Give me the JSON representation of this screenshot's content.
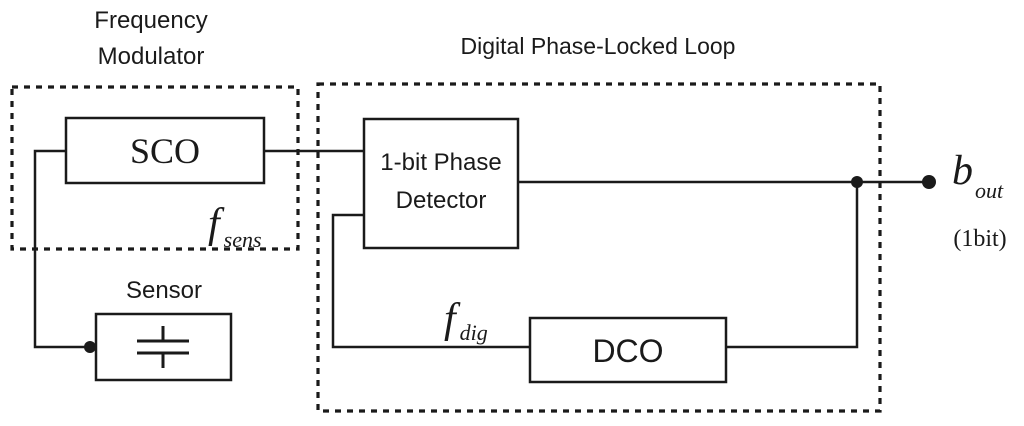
{
  "frequency_modulator": {
    "title_line1": "Frequency",
    "title_line2": "Modulator"
  },
  "dpll": {
    "title": "Digital Phase-Locked Loop"
  },
  "blocks": {
    "sco": "SCO",
    "phase_detector_line1": "1-bit Phase",
    "phase_detector_line2": "Detector",
    "dco": "DCO",
    "sensor": "Sensor"
  },
  "signals": {
    "f_sens_main": "f",
    "f_sens_sub": "sens",
    "f_dig_main": "f",
    "f_dig_sub": "dig",
    "b_out_main": "b",
    "b_out_sub": "out",
    "b_out_width": "(1bit)"
  }
}
